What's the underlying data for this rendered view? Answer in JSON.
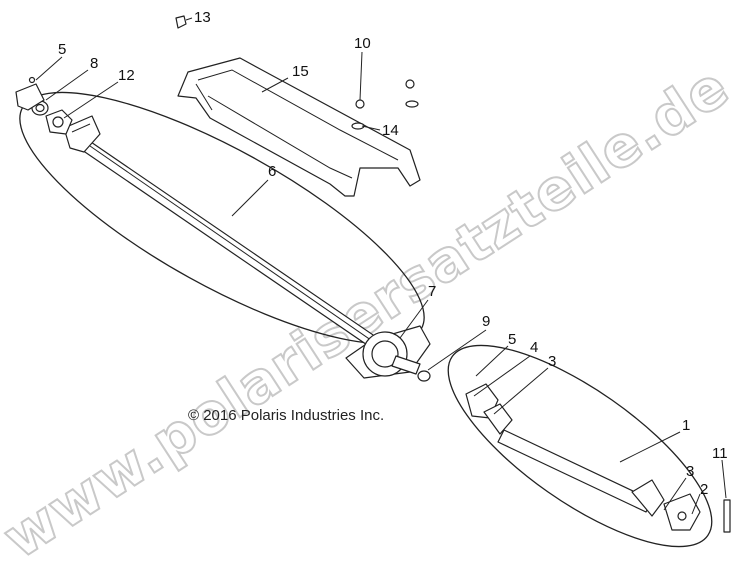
{
  "watermark": "www.polarisersatzteile.de",
  "copyright": "© 2016 Polaris Industries Inc.",
  "callouts": [
    {
      "id": "c13",
      "label": "13"
    },
    {
      "id": "c5a",
      "label": "5"
    },
    {
      "id": "c8",
      "label": "8"
    },
    {
      "id": "c12",
      "label": "12"
    },
    {
      "id": "c10",
      "label": "10"
    },
    {
      "id": "c15",
      "label": "15"
    },
    {
      "id": "c14",
      "label": "14"
    },
    {
      "id": "c6",
      "label": "6"
    },
    {
      "id": "c7",
      "label": "7"
    },
    {
      "id": "c9",
      "label": "9"
    },
    {
      "id": "c5b",
      "label": "5"
    },
    {
      "id": "c4",
      "label": "4"
    },
    {
      "id": "c3a",
      "label": "3"
    },
    {
      "id": "c1",
      "label": "1"
    },
    {
      "id": "c11",
      "label": "11"
    },
    {
      "id": "c3b",
      "label": "3"
    },
    {
      "id": "c2",
      "label": "2"
    }
  ]
}
